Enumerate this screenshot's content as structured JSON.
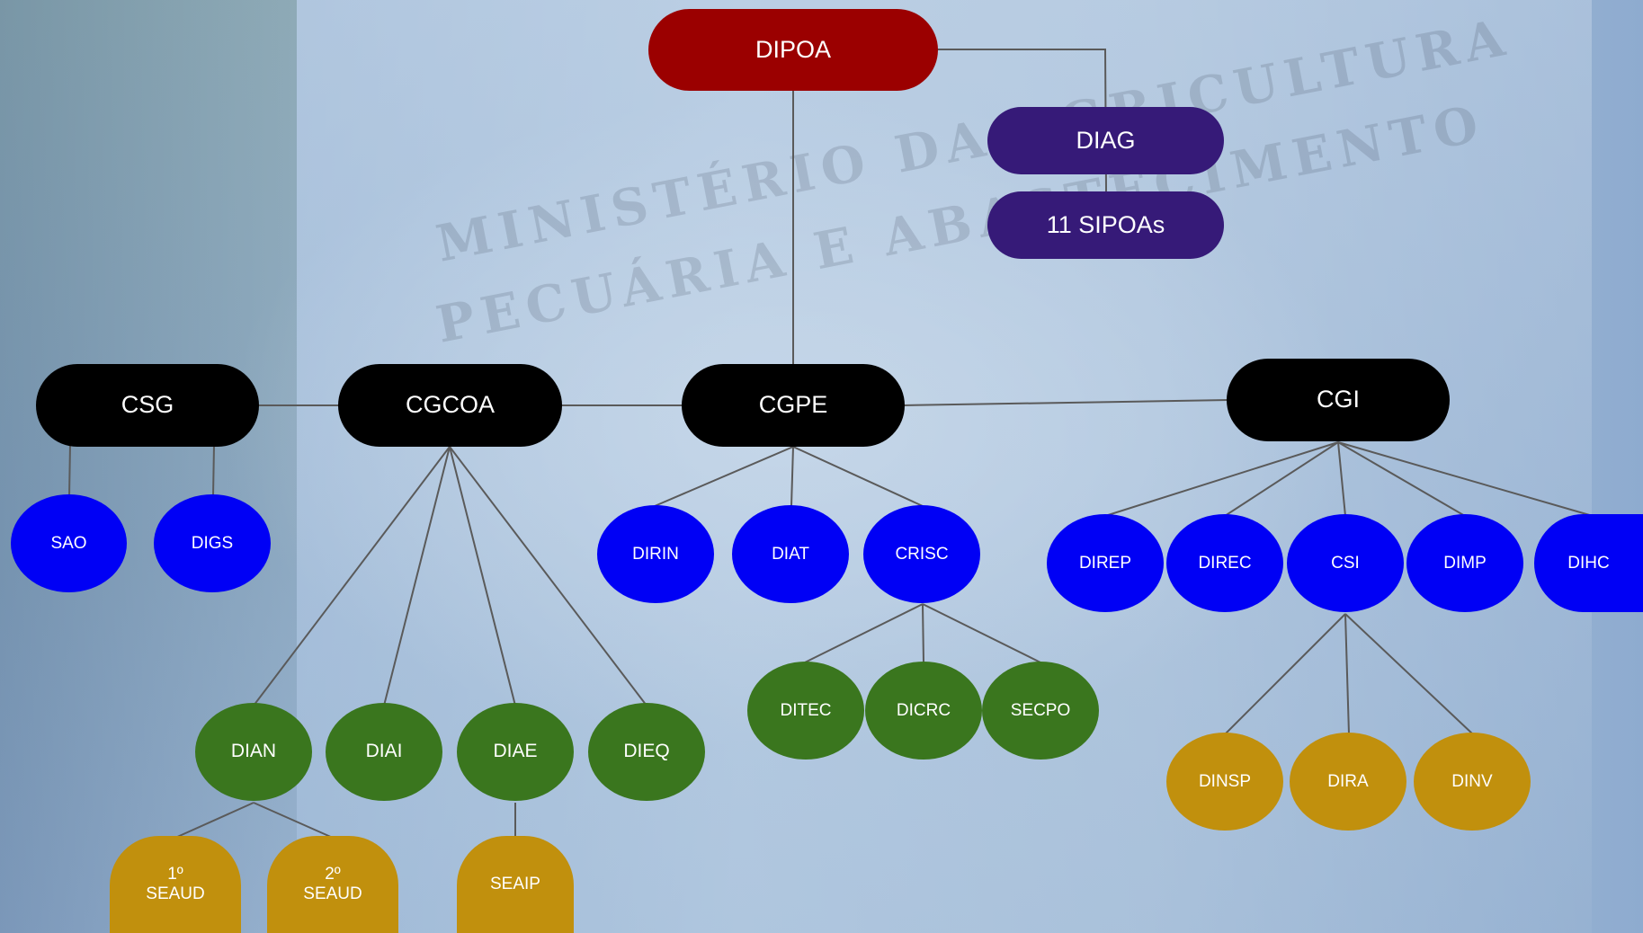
{
  "chart": {
    "root": "DIPOA",
    "side": [
      "DIAG",
      "11 SIPOAs"
    ],
    "coord": [
      "CSG",
      "CGCOA",
      "CGPE",
      "CGI"
    ],
    "csg_children": [
      "SAO",
      "DIGS"
    ],
    "cgcoa_children": [
      "DIAN",
      "DIAI",
      "DIAE",
      "DIEQ"
    ],
    "cgpe_children": [
      "DIRIN",
      "DIAT",
      "CRISC"
    ],
    "crisc_children": [
      "DITEC",
      "DICRC",
      "SECPO"
    ],
    "cgi_children": [
      "DIREP",
      "DIREC",
      "CSI",
      "DIMP",
      "DIHC"
    ],
    "csi_children": [
      "DINSP",
      "DIRA",
      "DINV"
    ],
    "dian_children": [
      "1º\nSEAUD",
      "2º\nSEAUD"
    ],
    "diae_children": [
      "SEAIP"
    ]
  },
  "colors": {
    "root": "#9b0000",
    "side": "#361a78",
    "coord": "#000000",
    "division": "#0000f5",
    "sub": "#3a761e",
    "service": "#c1900d"
  },
  "background_text": [
    "MINISTÉRIO DA AGRICULTURA",
    "PECUÁRIA E ABASTECIMENTO"
  ]
}
